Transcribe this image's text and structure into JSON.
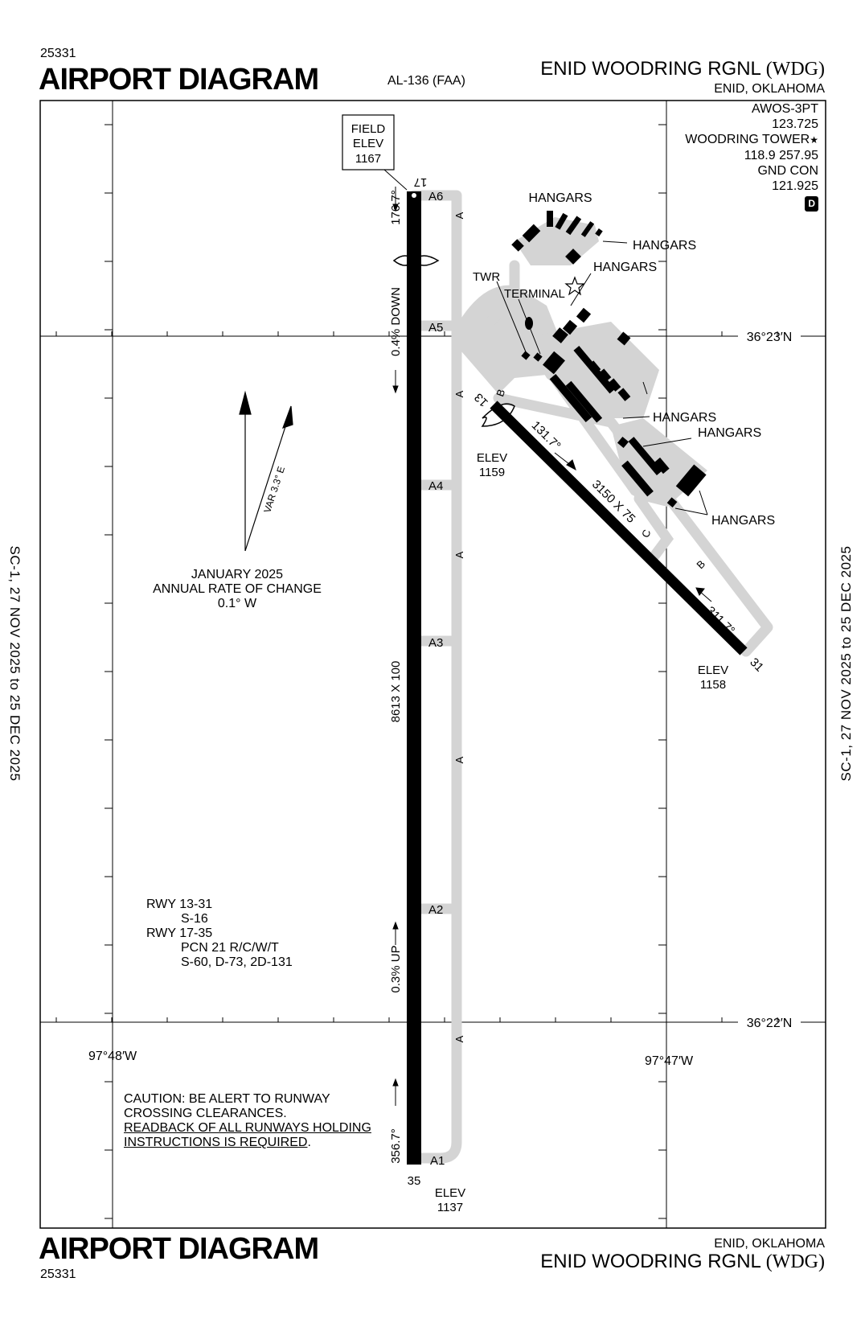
{
  "header": {
    "volume_code": "25331",
    "title": "AIRPORT DIAGRAM",
    "procedure_id": "AL-136 (FAA)",
    "airport_name": "ENID WOODRING RGNL",
    "airport_id": "(WDG)",
    "city_state": "ENID, OKLAHOMA"
  },
  "footer": {
    "volume_code": "25331",
    "title": "AIRPORT DIAGRAM",
    "airport_name": "ENID WOODRING RGNL",
    "airport_id": "(WDG)",
    "city_state": "ENID, OKLAHOMA"
  },
  "side_margin": {
    "left": "SC-1, 27 NOV 2025 to 25 DEC 2025",
    "right": "SC-1, 27 NOV 2025 to 25 DEC 2025"
  },
  "frequencies": {
    "awos": "AWOS-3PT",
    "awos_freq": "123.725",
    "tower": "WOODRING TOWER",
    "tower_star": "★",
    "tower_freq": "118.9 257.95",
    "gnd": "GND CON",
    "gnd_freq": "121.925",
    "badge": "D"
  },
  "field_elev": {
    "label1": "FIELD",
    "label2": "ELEV",
    "value": "1167"
  },
  "magnetic": {
    "var_label": "VAR 3.3° E",
    "date": "JANUARY 2025",
    "rate_label": "ANNUAL RATE OF CHANGE",
    "rate": "0.1° W"
  },
  "coordinates": {
    "lat_north": "36°23′N",
    "lat_south": "36°22′N",
    "lon_west": "97°48′W",
    "lon_east": "97°47′W"
  },
  "runway_17_35": {
    "id_17": "17",
    "id_35": "35",
    "heading_17": "176.7°",
    "heading_35": "356.7°",
    "dimensions": "8613 X 100",
    "slope_down": "0.4% DOWN",
    "slope_up": "0.3% UP",
    "elev_label": "ELEV",
    "elev_35": "1137"
  },
  "runway_13_31": {
    "id_13": "13",
    "id_31": "31",
    "heading_13": "131.7°",
    "heading_31": "311.7°",
    "dimensions": "3150 X 75",
    "elev_label": "ELEV",
    "elev_13": "1159",
    "elev_31": "1158"
  },
  "taxiways": {
    "a": "A",
    "a1": "A1",
    "a2": "A2",
    "a3": "A3",
    "a4": "A4",
    "a5": "A5",
    "a6": "A6",
    "b": "B",
    "c": "C"
  },
  "facilities": {
    "hangars": "HANGARS",
    "twr": "TWR",
    "terminal": "TERMINAL"
  },
  "runway_info": {
    "line1": "RWY 13-31",
    "line2": "S-16",
    "line3": "RWY 17-35",
    "line4": "PCN 21 R/C/W/T",
    "line5": "S-60, D-73, 2D-131"
  },
  "caution": {
    "line1": "CAUTION: BE ALERT TO RUNWAY",
    "line2": "CROSSING CLEARANCES.",
    "line3": "READBACK OF ALL RUNWAYS HOLDING",
    "line4": "INSTRUCTIONS IS REQUIRED",
    "line4_end": "."
  },
  "colors": {
    "taxiway": "#d4d4d4",
    "runway": "#000000",
    "frame": "#000000"
  }
}
